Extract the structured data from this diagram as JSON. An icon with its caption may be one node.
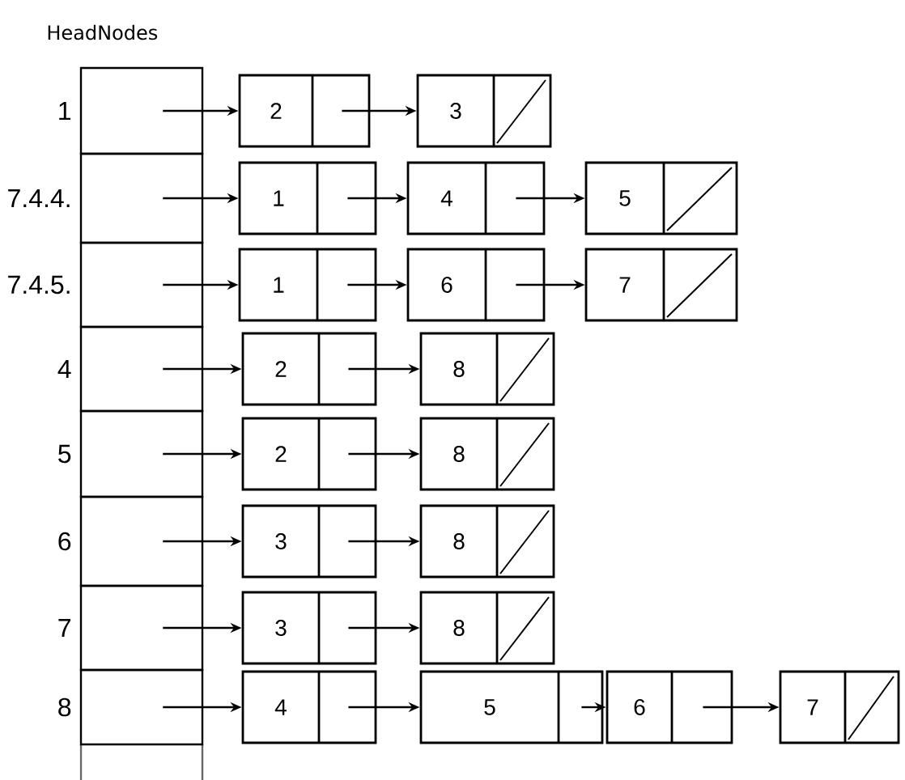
{
  "diagram": {
    "title": "HeadNodes",
    "nodes": [
      {
        "text": [],
        "shape": "box",
        "beside": [
          "1"
        ]
      },
      {
        "text": [
          "2"
        ]
      },
      {
        "text": [
          "3"
        ]
      },
      {
        "text": [],
        "shape": "box",
        "beside": [
          "7.4.4."
        ]
      },
      {
        "text": [
          "1"
        ]
      },
      {
        "text": [
          "4"
        ]
      },
      {
        "text": [
          "5"
        ]
      },
      {
        "text": [],
        "shape": "box",
        "beside": [
          "7.4.5."
        ]
      },
      {
        "text": [
          "1"
        ]
      },
      {
        "text": [
          "6"
        ]
      },
      {
        "text": [
          "7"
        ]
      },
      {
        "text": [],
        "shape": "box",
        "beside": [
          "4"
        ]
      },
      {
        "text": [
          "2"
        ]
      },
      {
        "text": [
          "8"
        ]
      },
      {
        "text": [],
        "shape": "box",
        "beside": [
          "5"
        ]
      },
      {
        "text": [
          "2"
        ]
      },
      {
        "text": [
          "8"
        ]
      },
      {
        "text": [],
        "shape": "box",
        "beside": [
          "6"
        ]
      },
      {
        "text": [
          "3"
        ]
      },
      {
        "text": [
          "8"
        ]
      },
      {
        "text": [],
        "shape": "box",
        "beside": [
          "7"
        ]
      },
      {
        "text": [
          "3"
        ]
      },
      {
        "text": [
          "8"
        ]
      },
      {
        "text": [],
        "shape": "box",
        "beside": [
          "8"
        ]
      },
      {
        "text": [
          "4"
        ]
      },
      {
        "text": [
          "5"
        ]
      },
      {
        "text": [
          "6"
        ]
      },
      {
        "text": [
          "7"
        ]
      }
    ],
    "edges": [
      {
        "from": 0,
        "to": 1,
        "arrow": "to"
      },
      {
        "from": 1,
        "to": 2,
        "arrow": "to"
      },
      {
        "from": 3,
        "to": 4,
        "arrow": "to"
      },
      {
        "from": 4,
        "to": 5,
        "arrow": "to"
      },
      {
        "from": 5,
        "to": 6,
        "arrow": "to"
      },
      {
        "from": 7,
        "to": 8,
        "arrow": "to"
      },
      {
        "from": 8,
        "to": 9,
        "arrow": "to"
      },
      {
        "from": 9,
        "to": 10,
        "arrow": "to"
      },
      {
        "from": 11,
        "to": 12,
        "arrow": "to"
      },
      {
        "from": 12,
        "to": 13,
        "arrow": "to"
      },
      {
        "from": 14,
        "to": 15,
        "arrow": "to"
      },
      {
        "from": 15,
        "to": 16,
        "arrow": "to"
      },
      {
        "from": 17,
        "to": 18,
        "arrow": "to"
      },
      {
        "from": 18,
        "to": 19,
        "arrow": "to"
      },
      {
        "from": 20,
        "to": 21,
        "arrow": "to"
      },
      {
        "from": 21,
        "to": 22,
        "arrow": "to"
      },
      {
        "from": 23,
        "to": 24,
        "arrow": "to"
      },
      {
        "from": 24,
        "to": 25,
        "arrow": "to"
      },
      {
        "from": 25,
        "to": 26,
        "arrow": "to"
      },
      {
        "from": 26,
        "to": 27,
        "arrow": "to"
      }
    ]
  }
}
